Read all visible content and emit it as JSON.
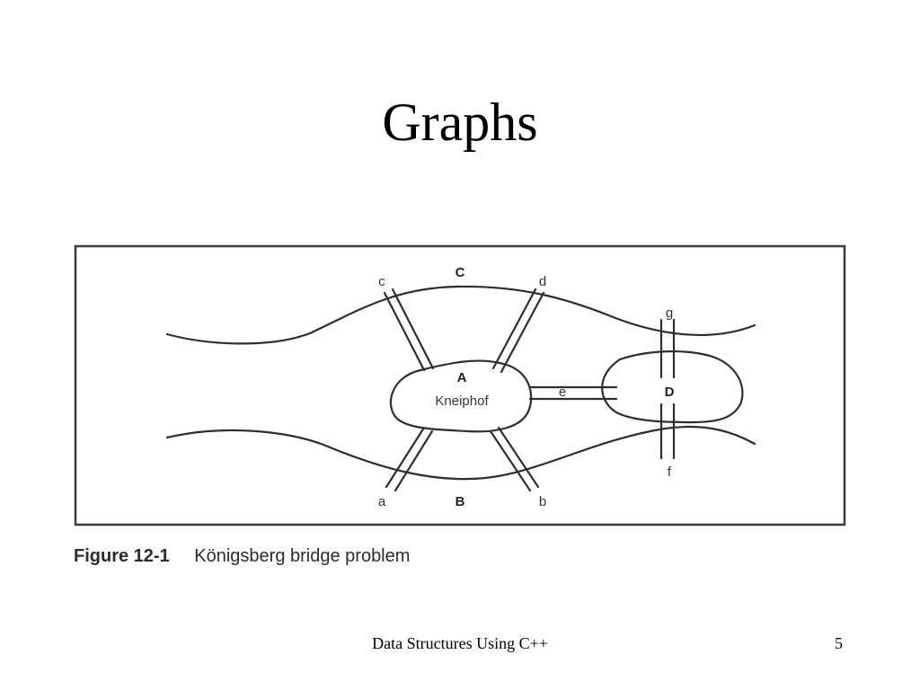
{
  "slide": {
    "title": "Graphs",
    "footer_text": "Data Structures Using C++",
    "page_number": "5"
  },
  "figure": {
    "number": "Figure 12-1",
    "caption": "Königsberg bridge problem",
    "land_labels": {
      "A": "A",
      "kneiphof": "Kneiphof",
      "B": "B",
      "C": "C",
      "D": "D"
    },
    "bridge_labels": {
      "a": "a",
      "b": "b",
      "c": "c",
      "d": "d",
      "e": "e",
      "f": "f",
      "g": "g"
    }
  }
}
